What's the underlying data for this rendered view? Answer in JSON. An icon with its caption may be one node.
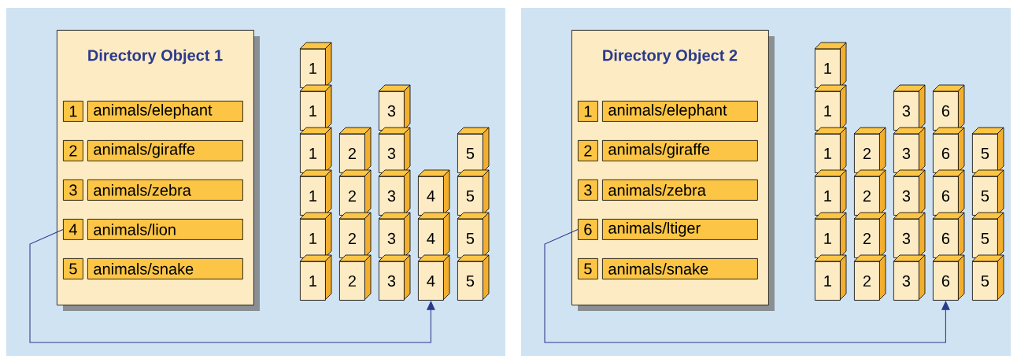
{
  "diagram": {
    "nodes": [
      {
        "text": [
          "Directory Object 1"
        ]
      },
      {
        "text": [
          "1"
        ],
        "in": 0
      },
      {
        "text": [
          "animals/elephant"
        ],
        "in": 0
      },
      {
        "text": [
          "2"
        ],
        "in": 0
      },
      {
        "text": [
          "animals/giraffe"
        ],
        "in": 0
      },
      {
        "text": [
          "3"
        ],
        "in": 0
      },
      {
        "text": [
          "animals/zebra"
        ],
        "in": 0
      },
      {
        "text": [
          "4"
        ],
        "in": 0
      },
      {
        "text": [
          "animals/lion"
        ],
        "in": 0
      },
      {
        "text": [
          "5"
        ],
        "in": 0
      },
      {
        "text": [
          "animals/snake"
        ],
        "in": 0
      },
      {
        "text": [
          "1"
        ]
      },
      {
        "text": [
          "1"
        ]
      },
      {
        "text": [
          "1"
        ]
      },
      {
        "text": [
          "1"
        ]
      },
      {
        "text": [
          "1"
        ]
      },
      {
        "text": [
          "1"
        ]
      },
      {
        "text": [
          "2"
        ]
      },
      {
        "text": [
          "2"
        ]
      },
      {
        "text": [
          "2"
        ]
      },
      {
        "text": [
          "2"
        ]
      },
      {
        "text": [
          "3"
        ]
      },
      {
        "text": [
          "3"
        ]
      },
      {
        "text": [
          "3"
        ]
      },
      {
        "text": [
          "3"
        ]
      },
      {
        "text": [
          "3"
        ]
      },
      {
        "text": [
          "4"
        ]
      },
      {
        "text": [
          "4"
        ]
      },
      {
        "text": [
          "4"
        ]
      },
      {
        "text": [
          "5"
        ]
      },
      {
        "text": [
          "5"
        ]
      },
      {
        "text": [
          "5"
        ]
      },
      {
        "text": [
          "5"
        ]
      },
      {
        "text": [
          "Directory Object 2"
        ]
      },
      {
        "text": [
          "1"
        ],
        "in": 33
      },
      {
        "text": [
          "animals/elephant"
        ],
        "in": 33
      },
      {
        "text": [
          "2"
        ],
        "in": 33
      },
      {
        "text": [
          "animals/giraffe"
        ],
        "in": 33
      },
      {
        "text": [
          "3"
        ],
        "in": 33
      },
      {
        "text": [
          "animals/zebra"
        ],
        "in": 33
      },
      {
        "text": [
          "6"
        ],
        "in": 33
      },
      {
        "text": [
          "animals/ltiger"
        ],
        "in": 33
      },
      {
        "text": [
          "5"
        ],
        "in": 33
      },
      {
        "text": [
          "animals/snake"
        ],
        "in": 33
      },
      {
        "text": [
          "1"
        ]
      },
      {
        "text": [
          "1"
        ]
      },
      {
        "text": [
          "1"
        ]
      },
      {
        "text": [
          "1"
        ]
      },
      {
        "text": [
          "1"
        ]
      },
      {
        "text": [
          "1"
        ]
      },
      {
        "text": [
          "2"
        ]
      },
      {
        "text": [
          "2"
        ]
      },
      {
        "text": [
          "2"
        ]
      },
      {
        "text": [
          "2"
        ]
      },
      {
        "text": [
          "3"
        ]
      },
      {
        "text": [
          "3"
        ]
      },
      {
        "text": [
          "3"
        ]
      },
      {
        "text": [
          "3"
        ]
      },
      {
        "text": [
          "3"
        ]
      },
      {
        "text": [
          "6"
        ]
      },
      {
        "text": [
          "6"
        ]
      },
      {
        "text": [
          "6"
        ]
      },
      {
        "text": [
          "6"
        ]
      },
      {
        "text": [
          "6"
        ]
      },
      {
        "text": [
          "5"
        ]
      },
      {
        "text": [
          "5"
        ]
      },
      {
        "text": [
          "5"
        ]
      },
      {
        "text": [
          "5"
        ]
      }
    ],
    "edges": [
      {
        "from": 7,
        "to": 28,
        "arrow": "to"
      },
      {
        "from": 40,
        "to": 63,
        "arrow": "to"
      }
    ]
  }
}
